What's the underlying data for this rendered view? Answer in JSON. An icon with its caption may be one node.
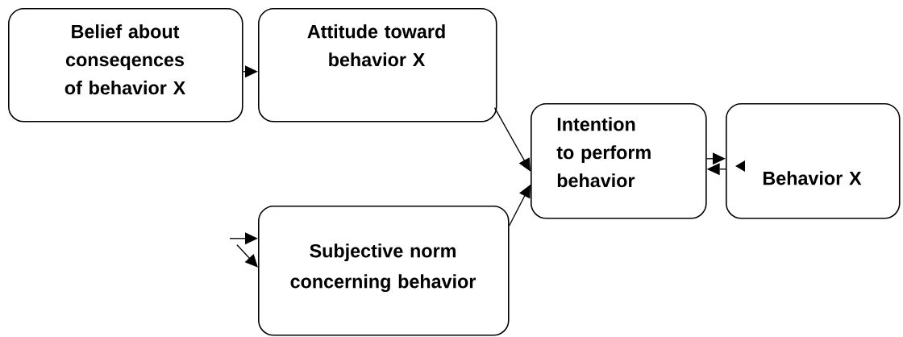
{
  "diagram": {
    "nodes": [
      {
        "text": [
          "Belief about conseqences of behavior X"
        ]
      },
      {
        "text": [
          "Attitude toward behavior X"
        ]
      },
      {
        "text": [
          "Subjective norm concerning behavior"
        ]
      },
      {
        "text": [
          "Intention to perform behavior"
        ]
      },
      {
        "text": [
          "Behavior X"
        ]
      }
    ],
    "edges": [
      {
        "from": 0,
        "to": 1,
        "arrow": "to"
      },
      {
        "from": 1,
        "to": 3,
        "arrow": "to"
      },
      {
        "from": 2,
        "to": 3,
        "arrow": "to"
      },
      {
        "from": 3,
        "to": 4,
        "arrow": "to"
      },
      {
        "from": 4,
        "to": 3,
        "arrow": "to"
      },
      {
        "from": null,
        "to": 2,
        "arrow": "to"
      },
      {
        "from": null,
        "to": 2,
        "arrow": "to"
      }
    ]
  }
}
